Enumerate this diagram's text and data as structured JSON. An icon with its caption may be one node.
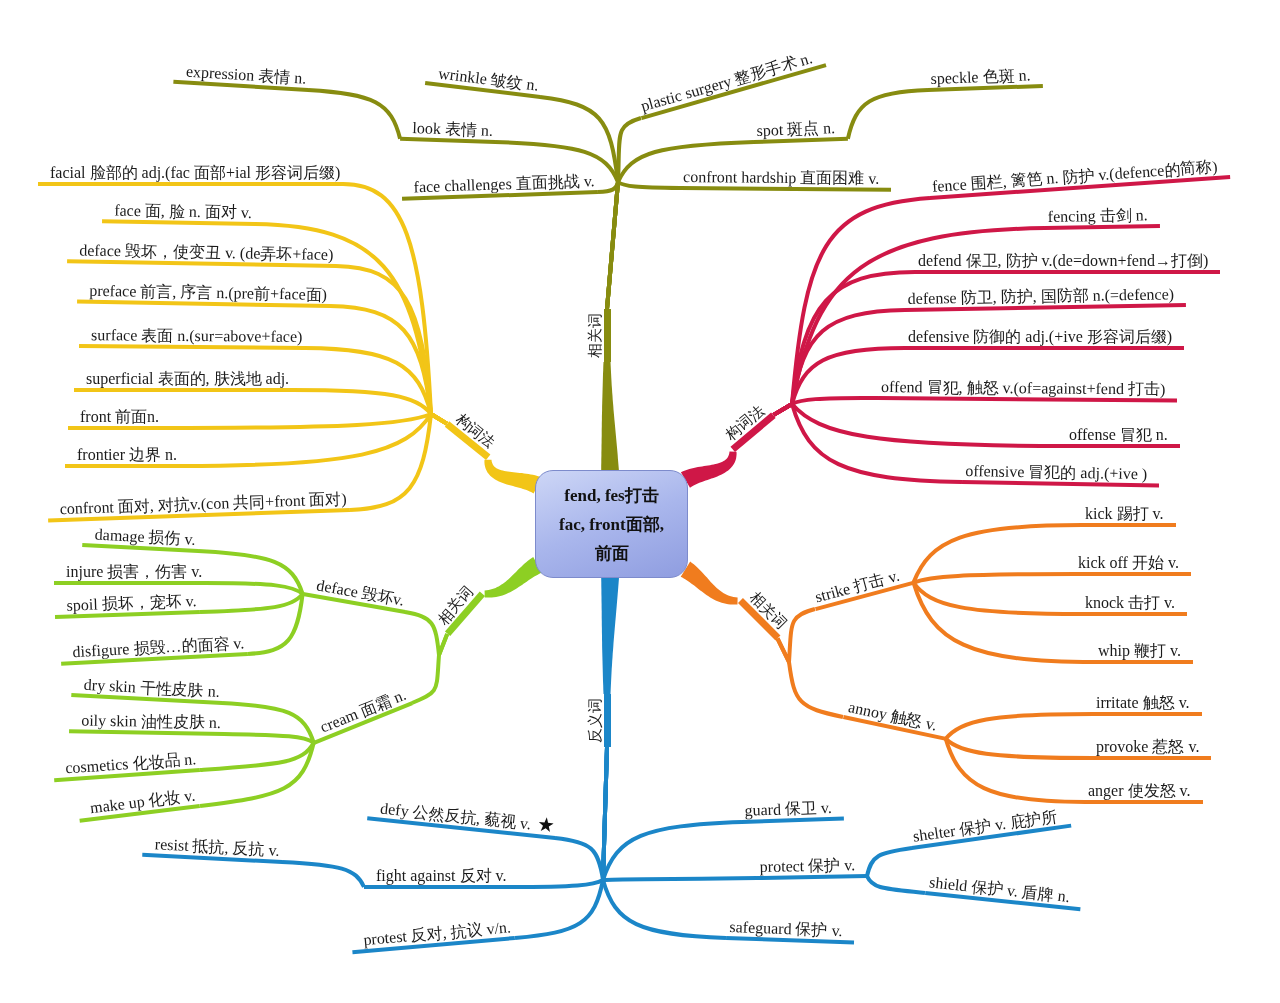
{
  "diagram": {
    "nodes": [
      {
        "text": [
          "fend, fes打击 fac, front面部, 前面"
        ]
      },
      {
        "text": [
          "相关词"
        ]
      },
      {
        "text": [
          "wrinkle 皱纹 n."
        ]
      },
      {
        "text": [
          "look 表情 n."
        ]
      },
      {
        "text": [
          "expression 表情 n."
        ]
      },
      {
        "text": [
          "face challenges 直面挑战 v."
        ]
      },
      {
        "text": [
          "plastic surgery 整形手术 n."
        ]
      },
      {
        "text": [
          "spot 斑点 n."
        ]
      },
      {
        "text": [
          "speckle 色斑 n."
        ]
      },
      {
        "text": [
          "confront hardship 直面困难 v."
        ]
      },
      {
        "text": [
          "构词法"
        ]
      },
      {
        "text": [
          "fence 围栏, 篱笆 n. 防护 v.(defence的简称)"
        ]
      },
      {
        "text": [
          "fencing 击剑 n."
        ]
      },
      {
        "text": [
          "defend 保卫, 防护 v.(de=down+fend→打倒)"
        ]
      },
      {
        "text": [
          "defense 防卫, 防护, 国防部 n.(=defence)"
        ]
      },
      {
        "text": [
          "defensive 防御的 adj.(+ive 形容词后缀)"
        ]
      },
      {
        "text": [
          "offend 冒犯, 触怒 v.(of=against+fend 打击)"
        ]
      },
      {
        "text": [
          "offense 冒犯 n."
        ]
      },
      {
        "text": [
          "offensive 冒犯的 adj.(+ive )"
        ]
      },
      {
        "text": [
          "相关词"
        ]
      },
      {
        "text": [
          "strike 打击 v."
        ]
      },
      {
        "text": [
          "kick 踢打 v."
        ]
      },
      {
        "text": [
          "kick off 开始 v."
        ]
      },
      {
        "text": [
          "knock 击打 v."
        ]
      },
      {
        "text": [
          "whip 鞭打 v."
        ]
      },
      {
        "text": [
          "annoy 触怒 v."
        ]
      },
      {
        "text": [
          "irritate 触怒 v."
        ]
      },
      {
        "text": [
          "provoke 惹怒 v."
        ]
      },
      {
        "text": [
          "anger 使发怒 v."
        ]
      },
      {
        "text": [
          "反义词"
        ]
      },
      {
        "text": [
          "defy 公然反抗, 藐视 v."
        ]
      },
      {
        "text": [
          "fight against 反对 v."
        ]
      },
      {
        "text": [
          "resist 抵抗, 反抗 v."
        ]
      },
      {
        "text": [
          "protest 反对, 抗议 v/n."
        ]
      },
      {
        "text": [
          "guard 保卫 v."
        ]
      },
      {
        "text": [
          "protect 保护 v."
        ]
      },
      {
        "text": [
          "shelter 保护 v. 庇护所"
        ]
      },
      {
        "text": [
          "shield 保护 v. 盾牌 n."
        ]
      },
      {
        "text": [
          "safeguard 保护 v."
        ]
      },
      {
        "text": [
          "相关词"
        ]
      },
      {
        "text": [
          "deface 毁坏v."
        ]
      },
      {
        "text": [
          "damage 损伤 v."
        ]
      },
      {
        "text": [
          "injure 损害，伤害 v."
        ]
      },
      {
        "text": [
          "spoil 损坏，宠坏 v."
        ]
      },
      {
        "text": [
          "disfigure 损毁…的面容 v."
        ]
      },
      {
        "text": [
          "cream 面霜 n."
        ]
      },
      {
        "text": [
          "dry skin 干性皮肤 n."
        ]
      },
      {
        "text": [
          "oily skin 油性皮肤 n."
        ]
      },
      {
        "text": [
          "cosmetics 化妆品 n."
        ]
      },
      {
        "text": [
          "make up 化妆 v."
        ]
      },
      {
        "text": [
          "构词法"
        ]
      },
      {
        "text": [
          "facial 脸部的 adj.(fac 面部+ial 形容词后缀)"
        ]
      },
      {
        "text": [
          "face 面, 脸 n. 面对 v."
        ]
      },
      {
        "text": [
          "deface 毁坏，使变丑 v. (de弄坏+face)"
        ]
      },
      {
        "text": [
          "preface 前言, 序言 n.(pre前+face面)"
        ]
      },
      {
        "text": [
          "surface 表面 n.(sur=above+face)"
        ]
      },
      {
        "text": [
          "superficial 表面的, 肤浅地 adj."
        ]
      },
      {
        "text": [
          "front 前面n."
        ]
      },
      {
        "text": [
          "frontier 边界 n."
        ]
      },
      {
        "text": [
          "confront 面对, 对抗v.(con 共同+front 面对)"
        ]
      }
    ],
    "edges": [
      {
        "from": 0,
        "to": 1,
        "arrow": "none",
        "style": "thick",
        "color": "#878c10"
      },
      {
        "from": 1,
        "to": 2,
        "arrow": "none",
        "color": "#878c10"
      },
      {
        "from": 1,
        "to": 3,
        "arrow": "none",
        "color": "#878c10"
      },
      {
        "from": 3,
        "to": 4,
        "arrow": "none",
        "color": "#878c10"
      },
      {
        "from": 1,
        "to": 5,
        "arrow": "none",
        "color": "#878c10"
      },
      {
        "from": 1,
        "to": 6,
        "arrow": "none",
        "color": "#878c10"
      },
      {
        "from": 1,
        "to": 7,
        "arrow": "none",
        "color": "#878c10"
      },
      {
        "from": 7,
        "to": 8,
        "arrow": "none",
        "color": "#878c10"
      },
      {
        "from": 1,
        "to": 9,
        "arrow": "none",
        "color": "#878c10"
      },
      {
        "from": 0,
        "to": 10,
        "arrow": "none",
        "style": "thick",
        "color": "#cf1747"
      },
      {
        "from": 10,
        "to": 11,
        "arrow": "none",
        "color": "#cf1747"
      },
      {
        "from": 10,
        "to": 12,
        "arrow": "none",
        "color": "#cf1747"
      },
      {
        "from": 10,
        "to": 13,
        "arrow": "none",
        "color": "#cf1747"
      },
      {
        "from": 10,
        "to": 14,
        "arrow": "none",
        "color": "#cf1747"
      },
      {
        "from": 10,
        "to": 15,
        "arrow": "none",
        "color": "#cf1747"
      },
      {
        "from": 10,
        "to": 16,
        "arrow": "none",
        "color": "#cf1747"
      },
      {
        "from": 10,
        "to": 17,
        "arrow": "none",
        "color": "#cf1747"
      },
      {
        "from": 10,
        "to": 18,
        "arrow": "none",
        "color": "#cf1747"
      },
      {
        "from": 0,
        "to": 19,
        "arrow": "none",
        "style": "thick",
        "color": "#f07c1e"
      },
      {
        "from": 19,
        "to": 20,
        "arrow": "none",
        "color": "#f07c1e"
      },
      {
        "from": 20,
        "to": 21,
        "arrow": "none",
        "color": "#f07c1e"
      },
      {
        "from": 20,
        "to": 22,
        "arrow": "none",
        "color": "#f07c1e"
      },
      {
        "from": 20,
        "to": 23,
        "arrow": "none",
        "color": "#f07c1e"
      },
      {
        "from": 20,
        "to": 24,
        "arrow": "none",
        "color": "#f07c1e"
      },
      {
        "from": 19,
        "to": 25,
        "arrow": "none",
        "color": "#f07c1e"
      },
      {
        "from": 25,
        "to": 26,
        "arrow": "none",
        "color": "#f07c1e"
      },
      {
        "from": 25,
        "to": 27,
        "arrow": "none",
        "color": "#f07c1e"
      },
      {
        "from": 25,
        "to": 28,
        "arrow": "none",
        "color": "#f07c1e"
      },
      {
        "from": 0,
        "to": 29,
        "arrow": "none",
        "style": "thick",
        "color": "#1b86c8"
      },
      {
        "from": 29,
        "to": 30,
        "arrow": "none",
        "color": "#1b86c8"
      },
      {
        "from": 29,
        "to": 31,
        "arrow": "none",
        "color": "#1b86c8"
      },
      {
        "from": 31,
        "to": 32,
        "arrow": "none",
        "color": "#1b86c8"
      },
      {
        "from": 29,
        "to": 33,
        "arrow": "none",
        "color": "#1b86c8"
      },
      {
        "from": 29,
        "to": 34,
        "arrow": "none",
        "color": "#1b86c8"
      },
      {
        "from": 29,
        "to": 35,
        "arrow": "none",
        "color": "#1b86c8"
      },
      {
        "from": 35,
        "to": 36,
        "arrow": "none",
        "color": "#1b86c8"
      },
      {
        "from": 35,
        "to": 37,
        "arrow": "none",
        "color": "#1b86c8"
      },
      {
        "from": 29,
        "to": 38,
        "arrow": "none",
        "color": "#1b86c8"
      },
      {
        "from": 0,
        "to": 39,
        "arrow": "none",
        "style": "thick"
      },
      {
        "from": 39,
        "to": 40,
        "arrow": "none"
      },
      {
        "from": 40,
        "to": 41,
        "arrow": "none"
      },
      {
        "from": 40,
        "to": 42,
        "arrow": "none"
      },
      {
        "from": 40,
        "to": 43,
        "arrow": "none"
      },
      {
        "from": 40,
        "to": 44,
        "arrow": "none"
      },
      {
        "from": 39,
        "to": 45,
        "arrow": "none"
      },
      {
        "from": 45,
        "to": 46,
        "arrow": "none"
      },
      {
        "from": 45,
        "to": 47,
        "arrow": "none"
      },
      {
        "from": 45,
        "to": 48,
        "arrow": "none"
      },
      {
        "from": 45,
        "to": 49,
        "arrow": "none"
      },
      {
        "from": 0,
        "to": 50,
        "arrow": "none",
        "style": "thick",
        "color": "#f2c517"
      },
      {
        "from": 50,
        "to": 51,
        "arrow": "none",
        "color": "#f2c517"
      },
      {
        "from": 50,
        "to": 52,
        "arrow": "none",
        "color": "#f2c517"
      },
      {
        "from": 50,
        "to": 53,
        "arrow": "none",
        "color": "#f2c517"
      },
      {
        "from": 50,
        "to": 54,
        "arrow": "none",
        "color": "#f2c517"
      },
      {
        "from": 50,
        "to": 55,
        "arrow": "none",
        "color": "#f2c517"
      },
      {
        "from": 50,
        "to": 56,
        "arrow": "none",
        "color": "#f2c517"
      },
      {
        "from": 50,
        "to": 57,
        "arrow": "none",
        "color": "#f2c517"
      },
      {
        "from": 50,
        "to": 58,
        "arrow": "none",
        "color": "#f2c517"
      },
      {
        "from": 50,
        "to": 59,
        "arrow": "none",
        "color": "#f2c517"
      }
    ]
  }
}
